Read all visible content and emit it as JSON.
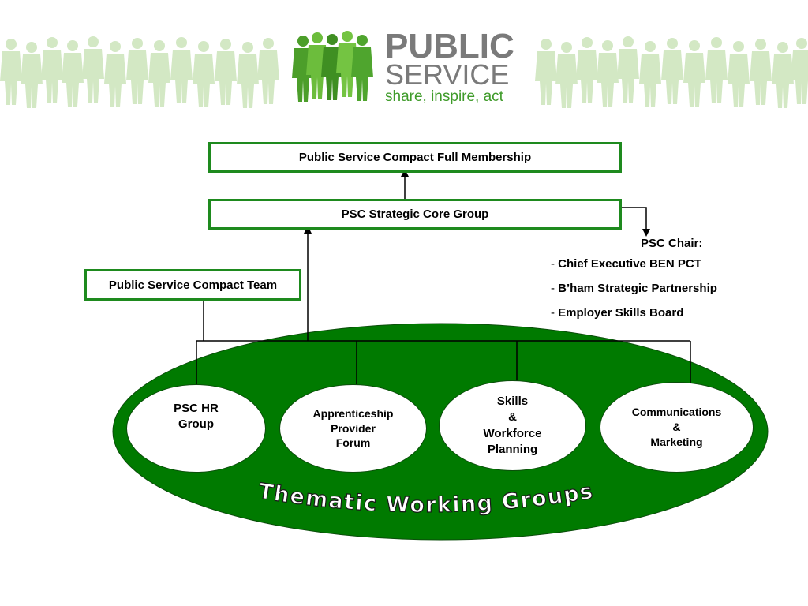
{
  "logo": {
    "line1": "PUBLIC",
    "line2": "SERVICE",
    "tagline": "share, inspire, act"
  },
  "boxes": {
    "full_membership": "Public Service Compact Full Membership",
    "core_group": "PSC Strategic Core Group",
    "team": "Public Service Compact Team"
  },
  "chair": {
    "title": "PSC Chair:",
    "bullet": "- ",
    "items": [
      "Chief Executive BEN PCT",
      "B’ham Strategic Partnership",
      "Employer Skills Board"
    ]
  },
  "groups": [
    "PSC HR\nGroup",
    "Apprenticeship\nProvider\nForum",
    "Skills\n&\nWorkforce\nPlanning",
    "Communications\n&\nMarketing"
  ],
  "banner_title": "Thematic Working Groups",
  "colors": {
    "green_dark": "#007a00",
    "green_border": "#1e8a1e",
    "logo_grey": "#7a7a7a",
    "logo_green": "#3f9b2a"
  }
}
